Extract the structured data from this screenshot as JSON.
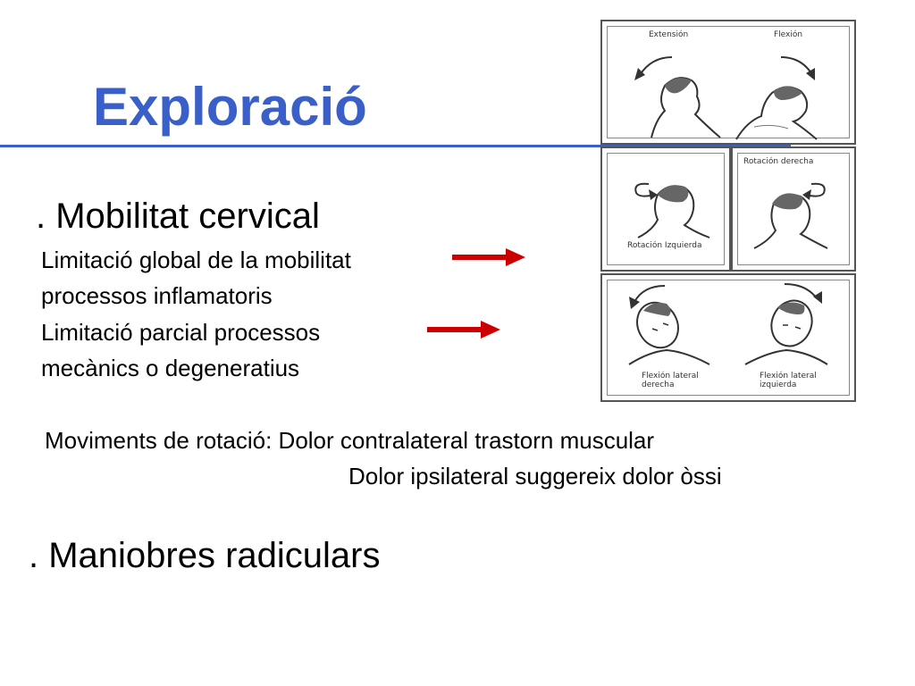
{
  "slide": {
    "title": "Exploració",
    "section1": {
      "heading": ". Mobilitat cervical",
      "line1": "Limitació global de la mobilitat",
      "line2": "processos inflamatoris",
      "line3": "Limitació parcial   processos",
      "line4": "mecànics o degeneratius"
    },
    "rotation": {
      "line1": "Moviments de rotació: Dolor contralateral trastorn muscular",
      "line2": "Dolor ipsilateral suggereix dolor òssi"
    },
    "section2": {
      "heading": ". Maniobres radiculars"
    }
  },
  "figure": {
    "top_left": "Extensión",
    "top_right": "Flexión",
    "mid_left": "Rotación Izquierda",
    "mid_right": "Rotación derecha",
    "bottom_left_1": "Flexión lateral",
    "bottom_left_2": "derecha",
    "bottom_right_1": "Flexión lateral",
    "bottom_right_2": "izquierda"
  },
  "colors": {
    "title": "#3a5fc8",
    "arrow": "#cc0000"
  },
  "icons": {
    "arrow1": "right-arrow-icon",
    "arrow2": "right-arrow-icon"
  }
}
